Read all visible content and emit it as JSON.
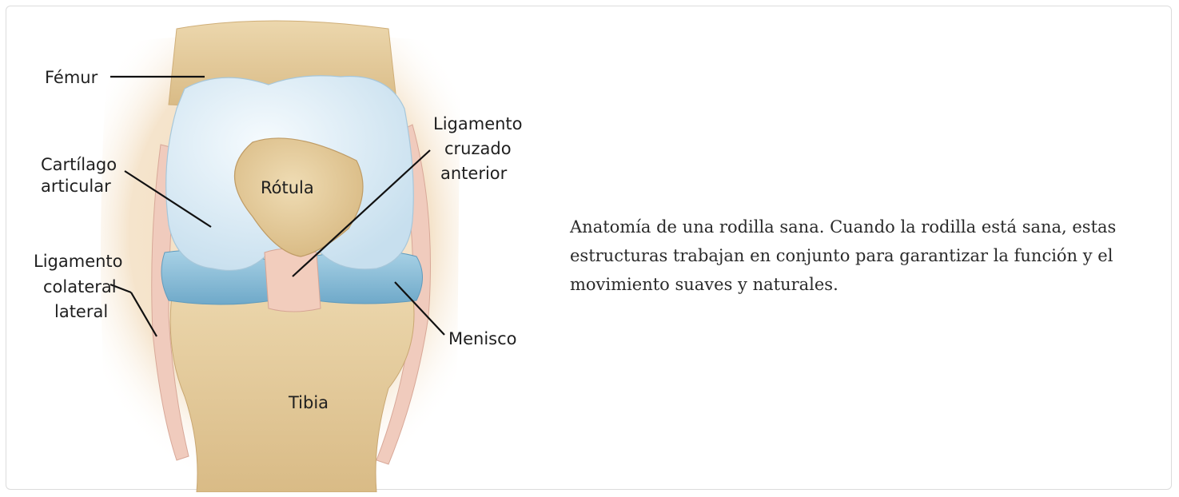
{
  "figure": {
    "labels": {
      "femur": "Fémur",
      "cartilage_1": "Cartílago",
      "cartilage_2": "articular",
      "lcl_1": "Ligamento",
      "lcl_2": "colateral",
      "lcl_3": "lateral",
      "patella": "Rótula",
      "acl_1": "Ligamento",
      "acl_2": "cruzado",
      "acl_3": "anterior",
      "meniscus": "Menisco",
      "tibia": "Tibia"
    },
    "colors": {
      "bone": "#e8d3a6",
      "bone_shadow": "#c9a772",
      "cartilage": "#dcecf5",
      "meniscus": "#8ec2dc",
      "ligament": "#f1cfc2",
      "skin": "#f3dfc4"
    }
  },
  "caption": "Anatomía de una rodilla sana. Cuando la rodilla está sana, estas estructuras trabajan en conjunto para garantizar la función y el movimiento suaves y naturales."
}
